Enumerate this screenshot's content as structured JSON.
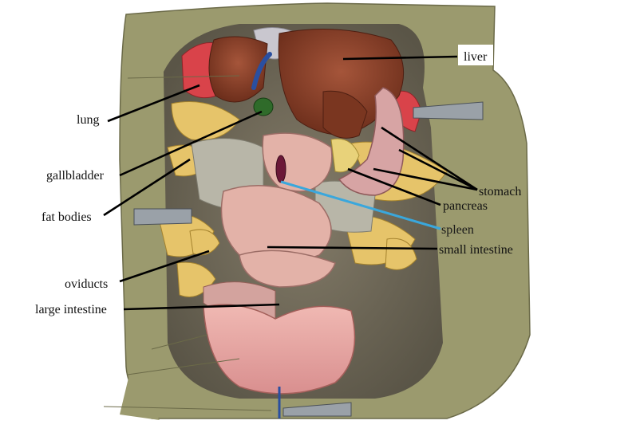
{
  "labels": {
    "liver": "liver",
    "lung": "lung",
    "gallbladder": "gallbladder",
    "fat_bodies": "fat bodies",
    "stomach": "stomach",
    "pancreas": "pancreas",
    "spleen": "spleen",
    "small_intestine": "small intestine",
    "oviducts": "oviducts",
    "large_intestine": "large intestine"
  },
  "colors": {
    "skin": "#9b9a6e",
    "body_cavity": "#6f6a5a",
    "liver": "#8a3f28",
    "lung": "#d9434a",
    "gallbladder": "#2f6b2a",
    "fat": "#e6c46a",
    "mesentery": "#b8b6a8",
    "intestine": "#e3b2a8",
    "spleen": "#6b1838",
    "vein": "#2a4fa0",
    "spleen_leader": "#3aa7dc"
  }
}
